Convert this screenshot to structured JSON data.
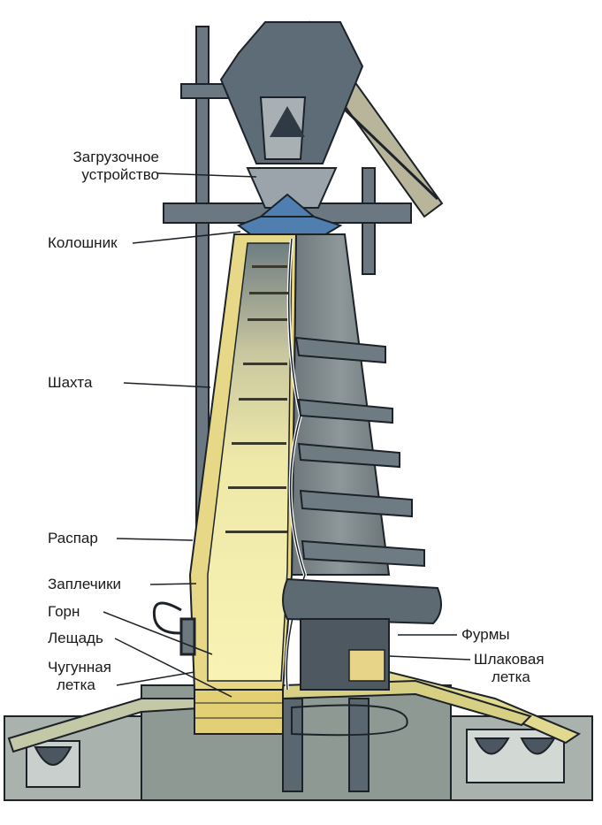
{
  "labels": {
    "loading_device": [
      "Загрузочное",
      "устройство"
    ],
    "top": "Колошник",
    "shaft": "Шахта",
    "belly": "Распар",
    "bosh": "Заплечики",
    "hearth": "Горн",
    "hearth_bottom": "Лещадь",
    "iron_notch": [
      "Чугунная",
      "летка"
    ],
    "tuyeres": "Фурмы",
    "slag_notch": [
      "Шлаковая",
      "летка"
    ]
  },
  "colors": {
    "steel": "#5d6d7a",
    "steel_dark": "#2f3a44",
    "brick": "#e9d98a",
    "charge_hot": "#f5ee9a",
    "shell": "#7b8588",
    "ground": "#9fa8a2",
    "blue_cone": "#4f7fb0",
    "outline": "#1c2228"
  }
}
